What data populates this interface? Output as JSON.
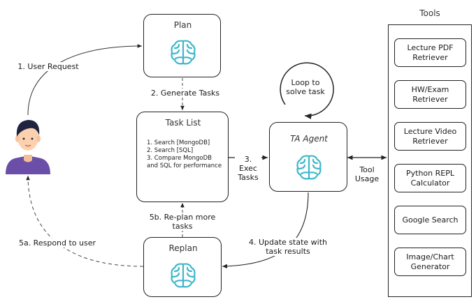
{
  "plan_box": {
    "title": "Plan"
  },
  "task_list_box": {
    "title": "Task List",
    "items": [
      "1. Search [MongoDB]",
      "2. Search [SQL]",
      "3. Compare MongoDB and SQL for performance"
    ]
  },
  "ta_agent_box": {
    "title": "TA Agent"
  },
  "replan_box": {
    "title": "Replan"
  },
  "loop_label": "Loop to\nsolve task",
  "tools_panel": {
    "title": "Tools",
    "items": [
      "Lecture PDF\nRetriever",
      "HW/Exam\nRetriever",
      "Lecture Video\nRetriever",
      "Python REPL\nCalculator",
      "Google Search",
      "Image/Chart\nGenerator"
    ]
  },
  "edges": {
    "user_request": "1. User Request",
    "generate_tasks": "2. Generate Tasks",
    "exec_tasks": "3.\nExec\nTasks",
    "tool_usage": "Tool\nUsage",
    "update_state": "4. Update state with\ntask results",
    "replan_more": "5b. Re-plan more\ntasks",
    "respond_user": "5a. Respond to user"
  },
  "icons": {
    "brain": "brain-icon",
    "user": "user-avatar-icon"
  },
  "colors": {
    "brain": "#3fb7c9",
    "shirt": "#6b4ea8",
    "hair": "#1f2340",
    "skin": "#fcd1b0"
  }
}
